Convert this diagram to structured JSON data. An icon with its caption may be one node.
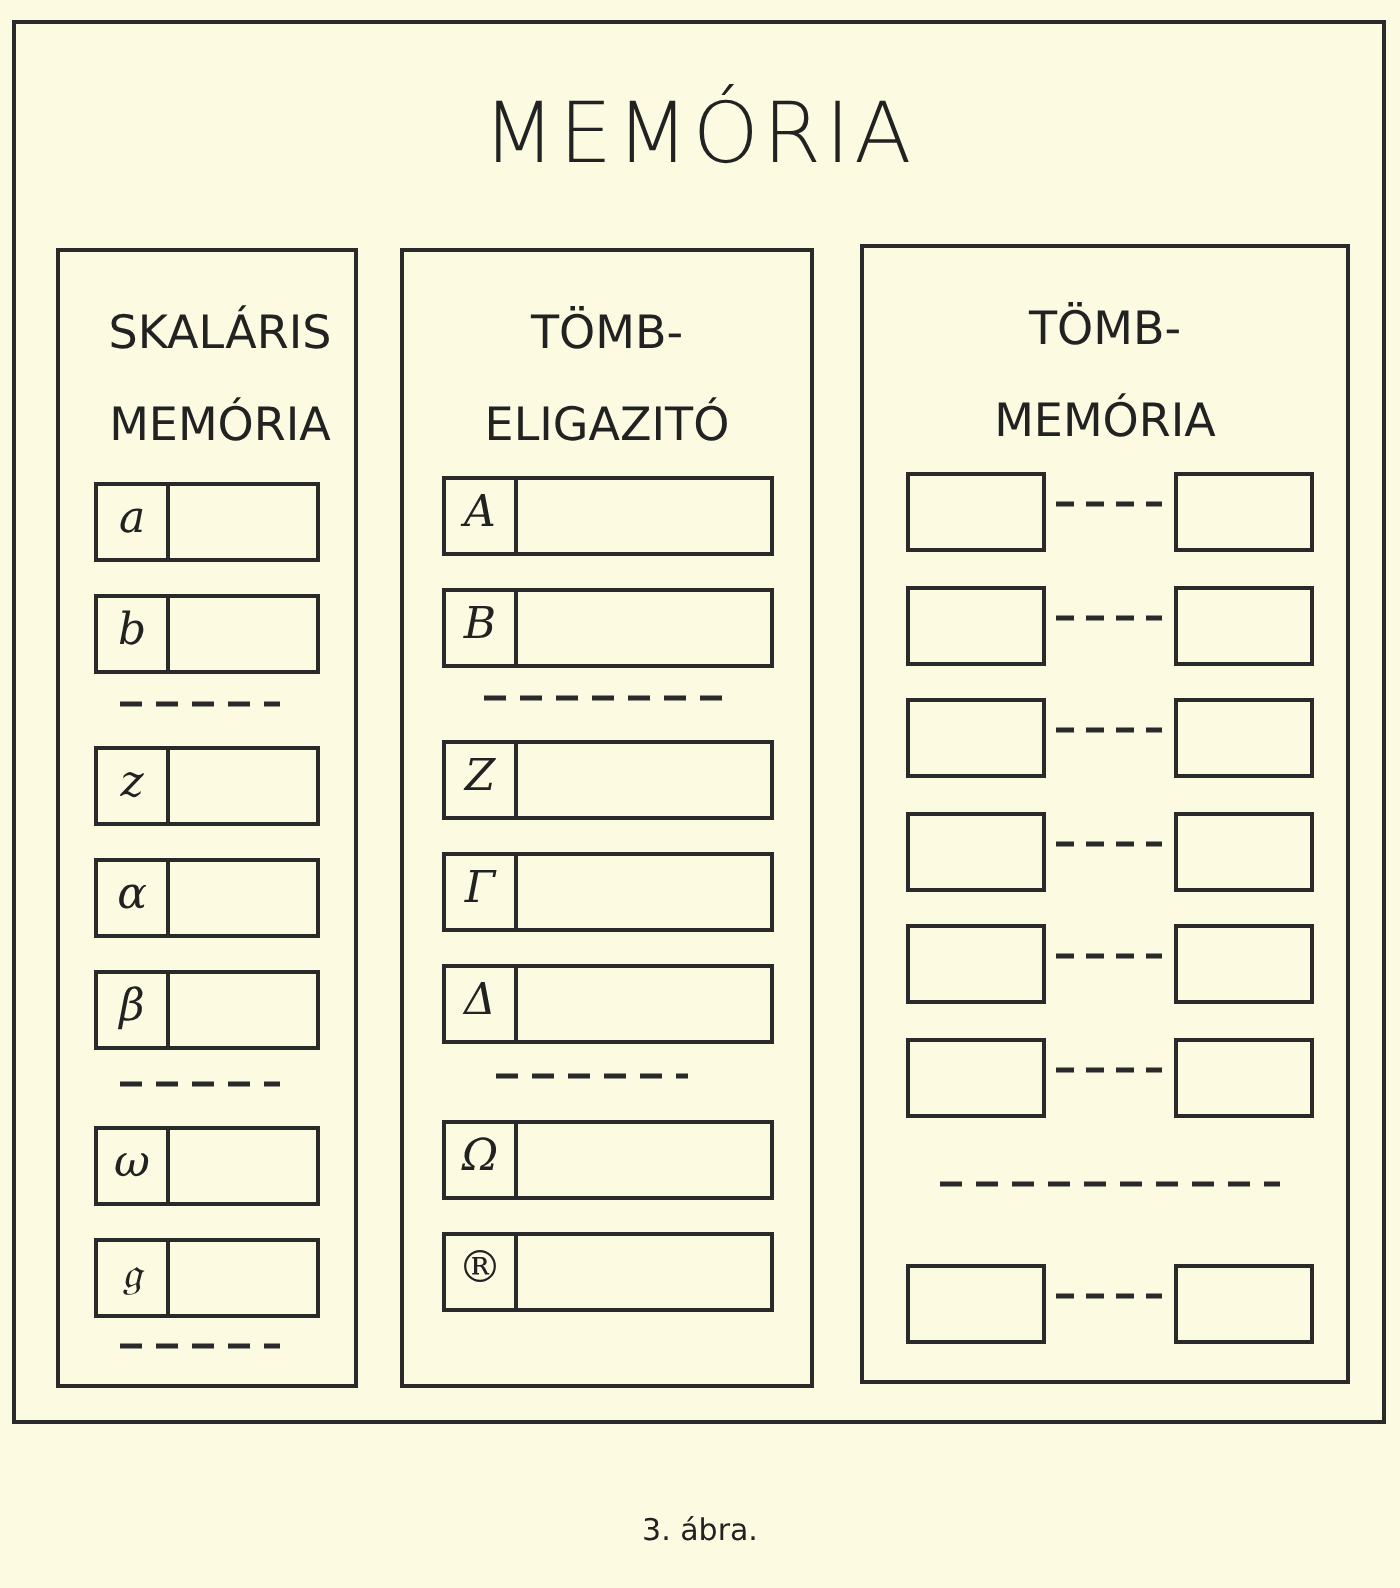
{
  "diagram": {
    "caption": "3. ábra.",
    "nodes": [
      {
        "text": [
          "MEMÓRIA"
        ]
      },
      {
        "text": [
          "SKALÁRIS MEMÓRIA"
        ],
        "in": 0
      },
      {
        "text": [
          "a"
        ],
        "in": 1
      },
      {
        "text": [
          "b"
        ],
        "in": 1
      },
      {
        "text": [
          "z"
        ],
        "in": 1
      },
      {
        "text": [
          "α"
        ],
        "in": 1
      },
      {
        "text": [
          "β"
        ],
        "in": 1
      },
      {
        "text": [
          "ω"
        ],
        "in": 1
      },
      {
        "text": [
          "𝔤"
        ],
        "in": 1
      },
      {
        "text": [
          "TÖMB- ELIGAZITÓ"
        ],
        "in": 0
      },
      {
        "text": [
          "A"
        ],
        "in": 9
      },
      {
        "text": [
          "B"
        ],
        "in": 9
      },
      {
        "text": [
          "Z"
        ],
        "in": 9
      },
      {
        "text": [
          "Γ"
        ],
        "in": 9
      },
      {
        "text": [
          "Δ"
        ],
        "in": 9
      },
      {
        "text": [
          "Ω"
        ],
        "in": 9
      },
      {
        "text": [
          "®"
        ],
        "in": 9
      },
      {
        "text": [
          "TÖMB- MEMÓRIA"
        ],
        "in": 0
      },
      {
        "text": [],
        "shape": "box",
        "in": 17
      },
      {
        "text": [],
        "shape": "box",
        "in": 17
      },
      {
        "text": [],
        "shape": "box",
        "in": 17
      },
      {
        "text": [],
        "shape": "box",
        "in": 17
      },
      {
        "text": [],
        "shape": "box",
        "in": 17
      },
      {
        "text": [],
        "shape": "box",
        "in": 17
      },
      {
        "text": [],
        "shape": "box",
        "in": 17
      },
      {
        "text": [],
        "shape": "box",
        "in": 17
      },
      {
        "text": [],
        "shape": "box",
        "in": 17
      },
      {
        "text": [],
        "shape": "box",
        "in": 17
      },
      {
        "text": [],
        "shape": "box",
        "in": 17
      },
      {
        "text": [],
        "shape": "box",
        "in": 17
      },
      {
        "text": [],
        "shape": "box",
        "in": 17
      },
      {
        "text": [],
        "shape": "box",
        "in": 17
      }
    ],
    "edges": [
      {
        "from": 18,
        "to": 19,
        "arrow": "none",
        "style": "dashed"
      },
      {
        "from": 20,
        "to": 21,
        "arrow": "none",
        "style": "dashed"
      },
      {
        "from": 22,
        "to": 23,
        "arrow": "none",
        "style": "dashed"
      },
      {
        "from": 24,
        "to": 25,
        "arrow": "none",
        "style": "dashed"
      },
      {
        "from": 26,
        "to": 27,
        "arrow": "none",
        "style": "dashed"
      },
      {
        "from": 28,
        "to": 29,
        "arrow": "none",
        "style": "dashed"
      },
      {
        "from": 30,
        "to": 31,
        "arrow": "none",
        "style": "dashed"
      }
    ]
  }
}
